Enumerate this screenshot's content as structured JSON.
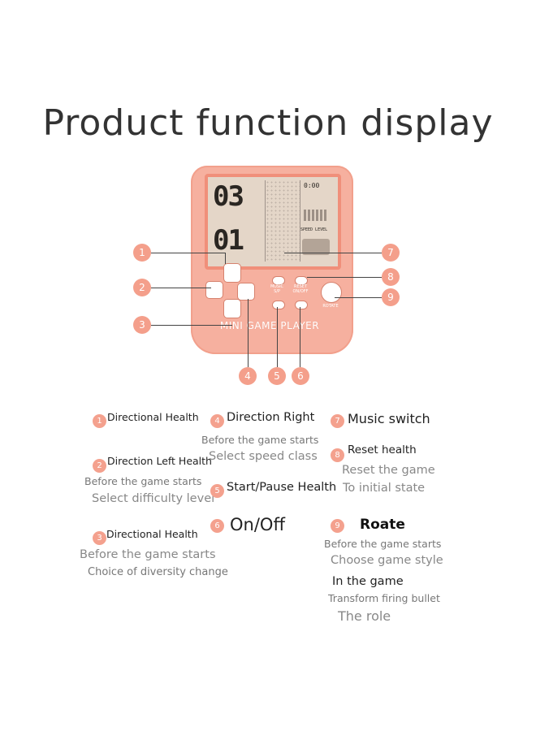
{
  "title": "Product function display",
  "device": {
    "brand": "MINI GAME PLAYER",
    "screen_top": "03",
    "screen_bottom": "01",
    "screen_side_top": "0:00",
    "screen_side_mid": "SPEED LEVEL",
    "label_music": "MUSIC S/P",
    "label_reset": "RESET ON/OFF",
    "label_rotate": "ROTATE"
  },
  "callouts": [
    "1",
    "2",
    "3",
    "4",
    "5",
    "6",
    "7",
    "8",
    "9"
  ],
  "features": {
    "f1": {
      "num": "1",
      "title": "Directional Health"
    },
    "f2": {
      "num": "2",
      "title": "Direction Left Health",
      "line1": "Before the game starts",
      "line2": "Select difficulty level"
    },
    "f3": {
      "num": "3",
      "title": "Directional Health",
      "line1": "Before the game starts",
      "line2": "Choice of diversity change"
    },
    "f4": {
      "num": "4",
      "title": "Direction Right",
      "line1": "Before the game starts",
      "line2": "Select speed class"
    },
    "f5": {
      "num": "5",
      "title": "Start/Pause Health",
      "line1": "To initial state"
    },
    "f6": {
      "num": "6",
      "title": "On/Off"
    },
    "f7": {
      "num": "7",
      "title": "Music switch"
    },
    "f8": {
      "num": "8",
      "title": "Reset health",
      "line1": "Reset the game"
    },
    "f9": {
      "num": "9",
      "title": "Roate",
      "line1": "Before the game starts",
      "line2": "Choose game style",
      "line3": "In the game",
      "line4": "Transform firing bullet",
      "line5": "The role"
    }
  },
  "colors": {
    "device": "#f6b09f",
    "badge": "#f49f8b",
    "title": "#333333"
  }
}
